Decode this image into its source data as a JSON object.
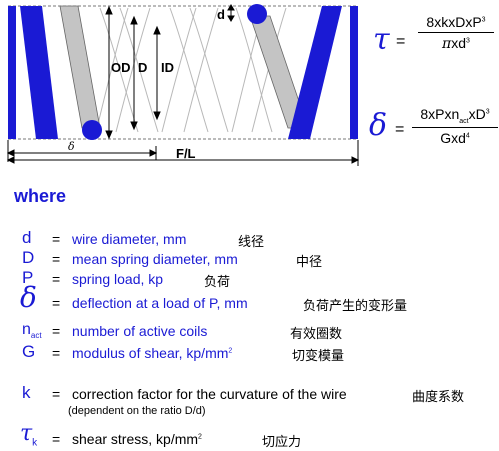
{
  "diagram": {
    "labels": {
      "od": "OD",
      "d_mean": "D",
      "id": "ID",
      "wire": "d",
      "deflection": "δ",
      "free_length": "F/L"
    }
  },
  "formulas": {
    "tau": {
      "symbol": "τ",
      "eq": "=",
      "num": "8xkxDxP",
      "num_sup": "3",
      "den_pi": "π",
      "den_rest": "xd",
      "den_sup": "3"
    },
    "delta": {
      "symbol": "δ",
      "eq": "=",
      "num_a": "8xPxn",
      "num_sub": "act",
      "num_b": "xD",
      "num_sup": "3",
      "den": "Gxd",
      "den_sup": "4"
    }
  },
  "where": "where",
  "definitions": [
    {
      "symbol": "d",
      "eq": "=",
      "text": "wire diameter, mm",
      "zh": "线径"
    },
    {
      "symbol": "D",
      "eq": "=",
      "text": "mean spring diameter, mm",
      "zh": "中径"
    },
    {
      "symbol": "P",
      "eq": "=",
      "text": "spring load, kp",
      "zh": "负荷"
    },
    {
      "symbol": "δ",
      "eq": "=",
      "text": "deflection at a load of P, mm",
      "zh": "负荷产生的变形量"
    },
    {
      "symbol": "n",
      "symbol_sub": "act",
      "eq": "=",
      "text": "number of active coils",
      "zh": "有效圈数"
    },
    {
      "symbol": "G",
      "eq": "=",
      "text": "modulus of shear, kp/mm",
      "text_sup": "2",
      "zh": "切变模量"
    },
    {
      "symbol": "k",
      "eq": "=",
      "text": "correction factor for the curvature of the wire",
      "zh": "曲度系数"
    },
    {
      "symbol": "τ",
      "symbol_sub": "k",
      "eq": "=",
      "text": "shear stress, kp/mm",
      "text_sup": "2",
      "zh": "切应力"
    }
  ],
  "note": "(dependent on the ratio D/d)",
  "colors": {
    "wire": "#1a1ad4",
    "shadow": "#c4c4c4",
    "text_blue": "#1a1ad4"
  }
}
